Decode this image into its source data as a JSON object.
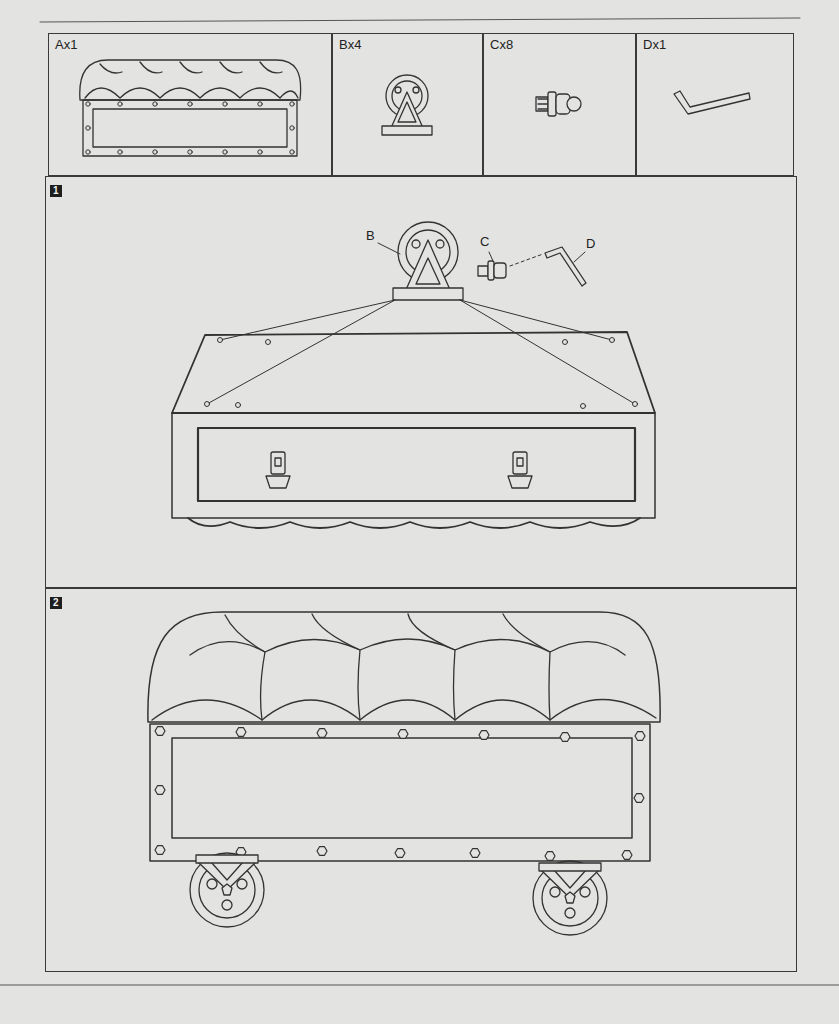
{
  "diagram": {
    "nodes": [
      {
        "text": [
          "Ax1"
        ]
      },
      {
        "text": [
          "Bx4"
        ]
      },
      {
        "text": [
          "Cx8"
        ]
      },
      {
        "text": [
          "Dx1"
        ]
      },
      {
        "text": [
          "1"
        ]
      },
      {
        "text": [
          "2"
        ]
      }
    ],
    "labels": [
      "B",
      "C",
      "D"
    ]
  }
}
